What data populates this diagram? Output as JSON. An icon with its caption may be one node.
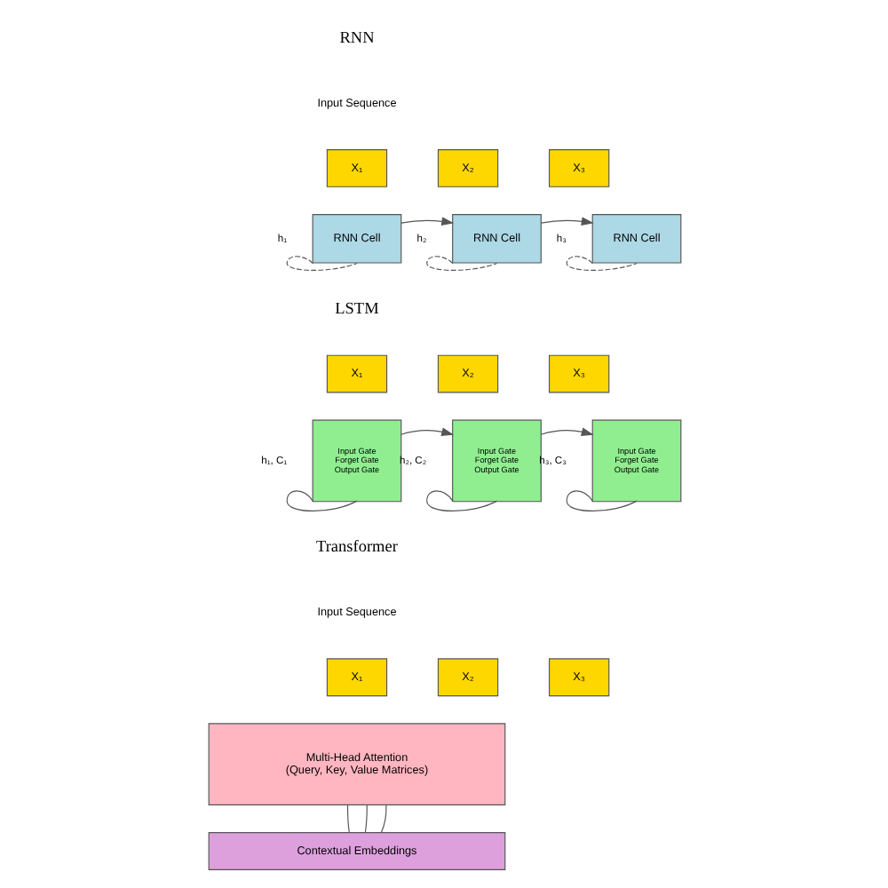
{
  "diagram": {
    "nodes": [
      {
        "text": [
          "X₁"
        ]
      },
      {
        "text": [
          "X₂"
        ]
      },
      {
        "text": [
          "X₃"
        ]
      },
      {
        "text": [
          "RNN Cell"
        ]
      },
      {
        "text": [
          "RNN Cell"
        ]
      },
      {
        "text": [
          "RNN Cell"
        ]
      },
      {
        "text": [
          "X₁"
        ]
      },
      {
        "text": [
          "X₂"
        ]
      },
      {
        "text": [
          "X₃"
        ]
      },
      {
        "text": [
          "Input Gate",
          "Forget Gate",
          "Output Gate"
        ]
      },
      {
        "text": [
          "Input Gate",
          "Forget Gate",
          "Output Gate"
        ]
      },
      {
        "text": [
          "Input Gate",
          "Forget Gate",
          "Output Gate"
        ]
      },
      {
        "text": [
          "X₁"
        ]
      },
      {
        "text": [
          "X₂"
        ]
      },
      {
        "text": [
          "X₃"
        ]
      },
      {
        "text": [
          "Multi-Head Attention",
          "(Query, Key, Value Matrices)"
        ]
      },
      {
        "text": [
          "Contextual Embeddings"
        ]
      }
    ],
    "edges": [
      {
        "from": 3,
        "to": 4,
        "arrow": "to"
      },
      {
        "from": 4,
        "to": 5,
        "arrow": "to"
      },
      {
        "from": 3,
        "to": 3,
        "arrow": "none",
        "style": "dashed",
        "label": "h₁"
      },
      {
        "from": 4,
        "to": 4,
        "arrow": "none",
        "style": "dashed",
        "label": "h₂"
      },
      {
        "from": 5,
        "to": 5,
        "arrow": "none",
        "style": "dashed",
        "label": "h₃"
      },
      {
        "from": 9,
        "to": 10,
        "arrow": "to"
      },
      {
        "from": 10,
        "to": 11,
        "arrow": "to"
      },
      {
        "from": 9,
        "to": 9,
        "arrow": "none",
        "label": "h₁, C₁"
      },
      {
        "from": 10,
        "to": 10,
        "arrow": "none",
        "label": "h₂, C₂"
      },
      {
        "from": 11,
        "to": 11,
        "arrow": "none",
        "label": "h₃, C₃"
      },
      {
        "from": 15,
        "to": 16,
        "arrow": "none"
      },
      {
        "from": 15,
        "to": 16,
        "arrow": "none"
      },
      {
        "from": 15,
        "to": 16,
        "arrow": "none"
      }
    ],
    "labels": [
      "RNN",
      "Input Sequence",
      "LSTM",
      "Transformer",
      "Input Sequence"
    ]
  }
}
